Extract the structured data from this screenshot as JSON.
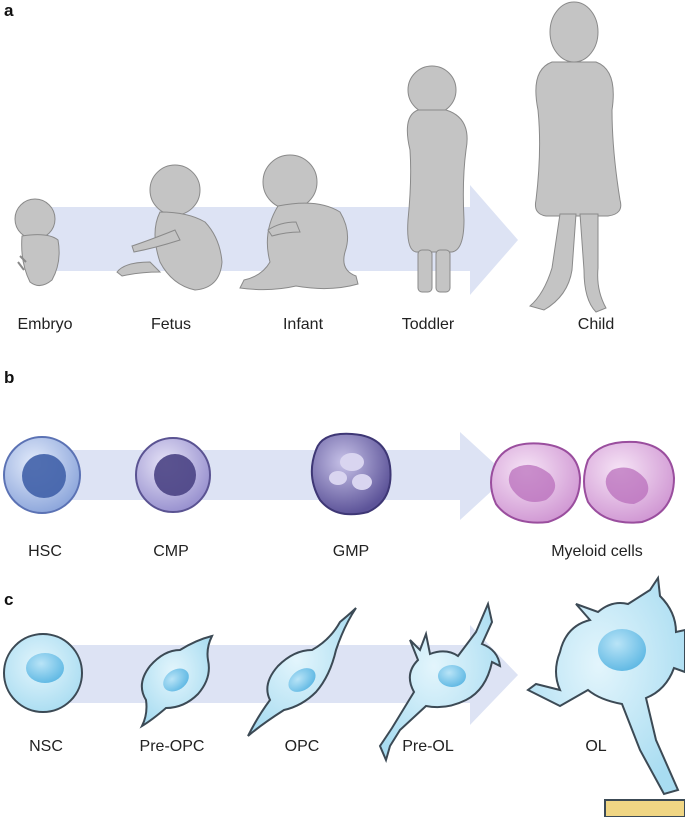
{
  "colors": {
    "arrow": "#dde3f4",
    "silhouette": "#c4c4c4",
    "silhouette_edge": "#8a8a8a",
    "hsc_cell": "#8fa8dc",
    "hsc_nucleus": "#4060a8",
    "cmp_cell": "#9a93d0",
    "cmp_nucleus": "#4a4384",
    "gmp_cell": "#6c63a8",
    "myeloid_cell": "#d7a5d8",
    "myeloid_nucleus": "#9a4e9e",
    "glia_cell": "#bfe6f6",
    "glia_nucleus": "#7fc8ea",
    "glia_edge": "#3c4a55"
  },
  "panels": [
    {
      "letter": "a",
      "stages": [
        "Embryo",
        "Fetus",
        "Infant",
        "Toddler",
        "Child"
      ],
      "icons": [
        "embryo-icon",
        "fetus-icon",
        "infant-icon",
        "toddler-icon",
        "child-icon"
      ]
    },
    {
      "letter": "b",
      "stages": [
        "HSC",
        "CMP",
        "GMP",
        "Myeloid cells"
      ],
      "icons": [
        "hsc-cell-icon",
        "cmp-cell-icon",
        "gmp-cell-icon",
        "myeloid-cell-icon"
      ]
    },
    {
      "letter": "c",
      "stages": [
        "NSC",
        "Pre-OPC",
        "OPC",
        "Pre-OL",
        "OL"
      ],
      "icons": [
        "nsc-cell-icon",
        "pre-opc-cell-icon",
        "opc-cell-icon",
        "pre-ol-cell-icon",
        "ol-cell-icon"
      ]
    }
  ]
}
